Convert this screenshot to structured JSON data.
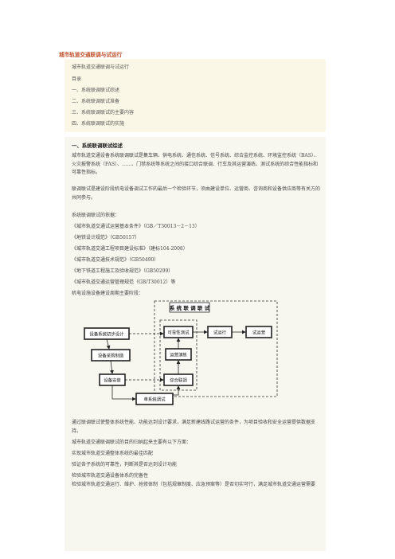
{
  "doc_title": "城市轨道交通联调与试运行",
  "toc": {
    "heading": "城市轨道交通联调与试运行",
    "label": "目录",
    "items": [
      "一、系统联调联试综述",
      "二、系统联调联试准备",
      "三、系统联调联试的主要内容",
      "四、系统联调联试的实施"
    ]
  },
  "section1": {
    "heading": "一、系统联调联试综述",
    "para1": "城市轨道交通设备系统联调联试是集车辆、供电系统、通信系统、信号系统、综合监控系统、环境监控系统（BAS）、火灾报警系统（FAS）、……、门禁系统等系统之间的接口综合联调、行车及其运营演练、测试系统的综合性能指标和可靠性指标。",
    "para2": "联调联试是建设阶段机电设备调试工作的最后一个检验环节，须由建设单位、运营商、咨询商和设备供应商等有关方的共同参与。",
    "basis_label": "系统联调联试的依据：",
    "basis": [
      "《城市轨道交通试运营基本条件》（GB／T30013－2－13）",
      "《地铁设计规范》（GB50157）",
      "《城市轨道交通工程项目建设标准》（建标104-2008）",
      "《城市轨道交通技术规范》（GB50490）",
      "《地下铁道工程施工及验收规范》（GB50299）",
      "《城市轨道交通运营管理规范（GB/T30012）等"
    ],
    "stages_label": "机电设施设备建设周期主要阶段："
  },
  "diagram": {
    "group_label": "系 统 联 调 联 试",
    "boxes": {
      "design": "设备系统初步设计",
      "procure": "设备采购制造",
      "install": "设备安装",
      "single": "单系统调试",
      "trial": "可靠性测试",
      "trial_run": "试运行",
      "acceptance": "试运营",
      "ops_drill": "运营演练",
      "integration": "综合联调"
    }
  },
  "after": {
    "para3": "通过联调联试使整体系统性能、功能达到设计要求，满足新建线路试运营的条件，为项目验收和安全运营提供数据支持。",
    "goals_label": "城市轨道交通联调联试的目的归纳起来主要有以下方面：",
    "goals": [
      "实现城市轨道交通整体系统的最佳匹配",
      "验证各子系统的可靠性，判断其是否达到设计功能",
      "检验城市轨道交通设备体系的完备性",
      "检验城市轨道交通运行、维护、抢修体制（包括规章制度、应急预案等）是否切实可行，满足城市轨道交通运营需要"
    ]
  }
}
